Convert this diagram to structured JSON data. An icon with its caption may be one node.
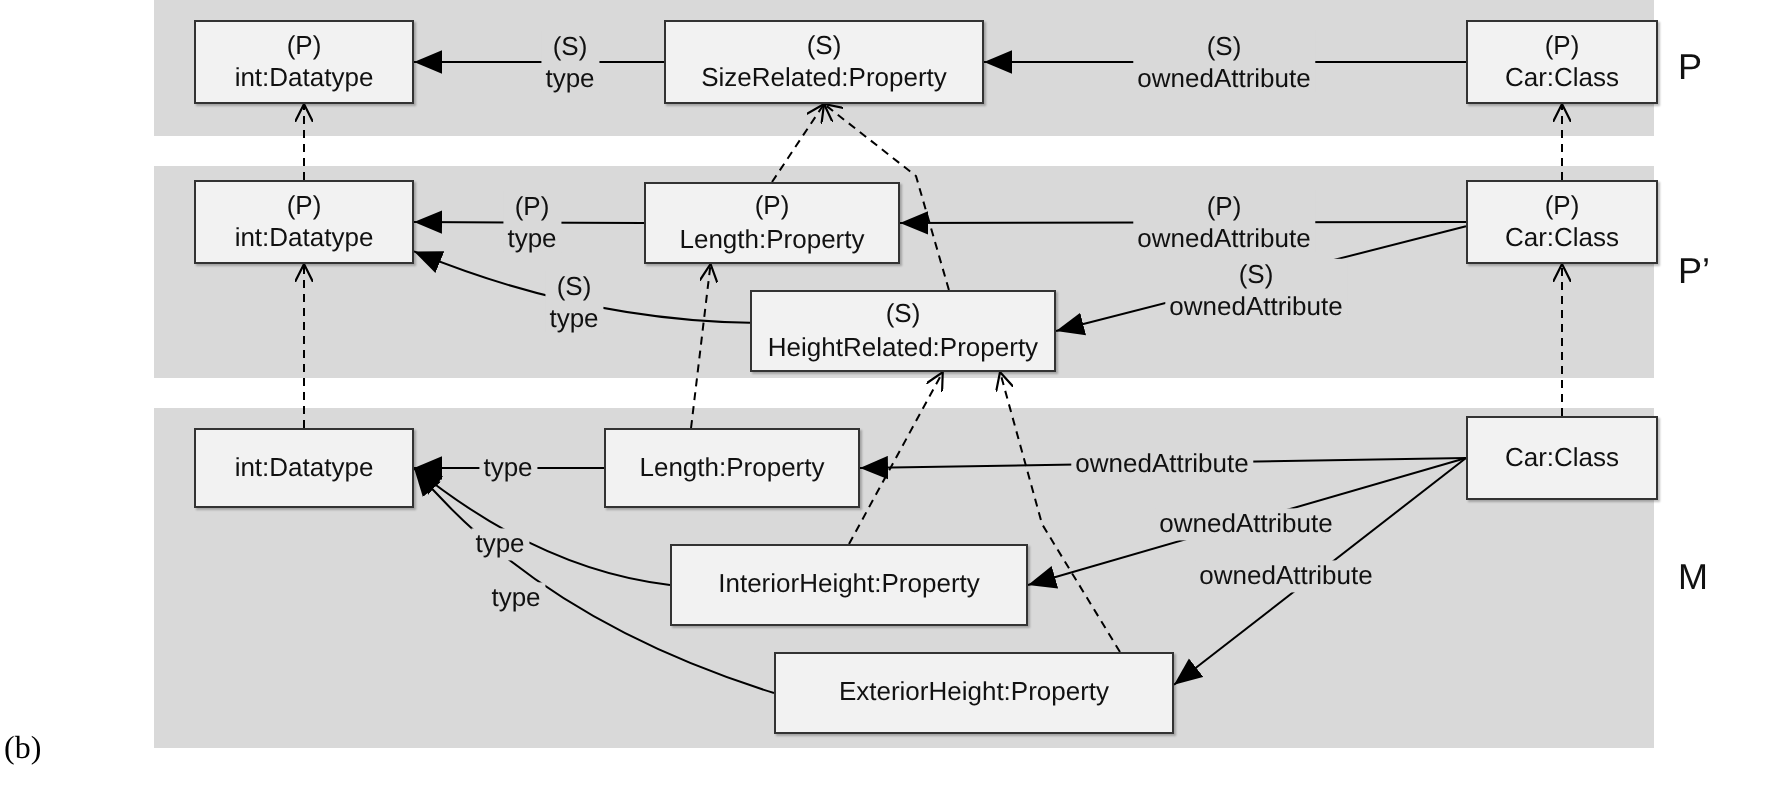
{
  "diagram": {
    "nodes": [
      {
        "text": [
          "P"
        ]
      },
      {
        "text": [
          "(P)",
          "int:Datatype"
        ],
        "in": 0
      },
      {
        "text": [
          "(S)",
          "SizeRelated:Property"
        ],
        "in": 0
      },
      {
        "text": [
          "(P)",
          "Car:Class"
        ],
        "in": 0
      },
      {
        "text": [
          "P’"
        ]
      },
      {
        "text": [
          "(P)",
          "int:Datatype"
        ],
        "in": 4
      },
      {
        "text": [
          "(P)",
          "Length:Property"
        ],
        "in": 4
      },
      {
        "text": [
          "(S)",
          "HeightRelated:Property"
        ],
        "in": 4
      },
      {
        "text": [
          "(P)",
          "Car:Class"
        ],
        "in": 4
      },
      {
        "text": [
          "M"
        ]
      },
      {
        "text": [
          "int:Datatype"
        ],
        "in": 9
      },
      {
        "text": [
          "Length:Property"
        ],
        "in": 9
      },
      {
        "text": [
          "InteriorHeight:Property"
        ],
        "in": 9
      },
      {
        "text": [
          "ExteriorHeight:Property"
        ],
        "in": 9
      },
      {
        "text": [
          "Car:Class"
        ],
        "in": 9
      }
    ],
    "edges": [
      {
        "from": 2,
        "to": 1,
        "arrow": "to",
        "label": "(S) type"
      },
      {
        "from": 3,
        "to": 2,
        "arrow": "to",
        "label": "(S) ownedAttribute"
      },
      {
        "from": 5,
        "to": 1,
        "arrow": "to",
        "style": "dashed"
      },
      {
        "from": 8,
        "to": 3,
        "arrow": "to",
        "style": "dashed"
      },
      {
        "from": 6,
        "to": 5,
        "arrow": "to",
        "label": "(P) type"
      },
      {
        "from": 7,
        "to": 5,
        "arrow": "to",
        "label": "(S) type"
      },
      {
        "from": 8,
        "to": 6,
        "arrow": "to",
        "label": "(P) ownedAttribute"
      },
      {
        "from": 8,
        "to": 7,
        "arrow": "to",
        "label": "(S) ownedAttribute"
      },
      {
        "from": 6,
        "to": 2,
        "arrow": "to",
        "style": "dashed"
      },
      {
        "from": 7,
        "to": 2,
        "arrow": "to",
        "style": "dashed"
      },
      {
        "from": 10,
        "to": 5,
        "arrow": "to",
        "style": "dashed"
      },
      {
        "from": 14,
        "to": 8,
        "arrow": "to",
        "style": "dashed"
      },
      {
        "from": 11,
        "to": 10,
        "arrow": "to",
        "label": "type"
      },
      {
        "from": 12,
        "to": 10,
        "arrow": "to",
        "label": "type"
      },
      {
        "from": 13,
        "to": 10,
        "arrow": "to",
        "label": "type"
      },
      {
        "from": 14,
        "to": 11,
        "arrow": "to",
        "label": "ownedAttribute"
      },
      {
        "from": 14,
        "to": 12,
        "arrow": "to",
        "label": "ownedAttribute"
      },
      {
        "from": 14,
        "to": 13,
        "arrow": "to",
        "label": "ownedAttribute"
      },
      {
        "from": 11,
        "to": 6,
        "arrow": "to",
        "style": "dashed"
      },
      {
        "from": 12,
        "to": 7,
        "arrow": "to",
        "style": "dashed"
      },
      {
        "from": 13,
        "to": 7,
        "arrow": "to",
        "style": "dashed"
      }
    ],
    "labels": [
      "(b)"
    ]
  }
}
